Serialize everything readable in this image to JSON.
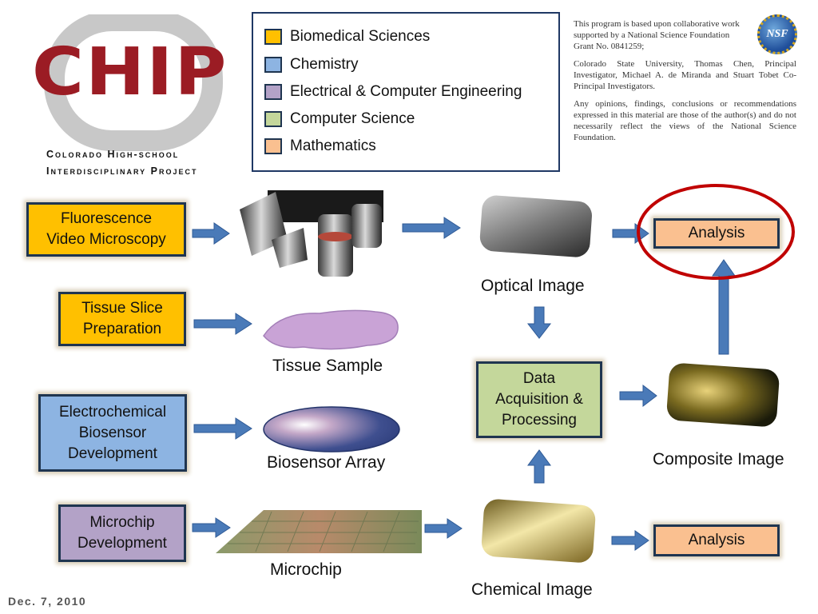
{
  "logo": {
    "text": "CHIP",
    "line1": "Colorado High-school",
    "line2": "Interdisciplinary Project"
  },
  "legend": [
    {
      "label": "Biomedical Sciences",
      "color": "#ffc000"
    },
    {
      "label": "Chemistry",
      "color": "#8db4e2"
    },
    {
      "label": "Electrical & Computer Engineering",
      "color": "#b3a2c7"
    },
    {
      "label": "Computer Science",
      "color": "#c4d79b"
    },
    {
      "label": "Mathematics",
      "color": "#fac090"
    }
  ],
  "notes": {
    "p1": "This program is based upon collaborative work supported by a National Science Foundation Grant No. 0841259;",
    "p2": "Colorado State University, Thomas Chen, Principal Investigator, Michael A. de Miranda and Stuart Tobet Co-Principal Investigators.",
    "p3": "Any opinions, findings, conclusions or recommendations expressed in this material are those of the author(s) and do not necessarily reflect the views of the National Science Foundation.",
    "nsf_logo": "NSF"
  },
  "boxes": {
    "fluorescence": [
      "Fluorescence",
      "Video Microscopy"
    ],
    "tissue_slice": [
      "Tissue Slice",
      "Preparation"
    ],
    "electrochemical": [
      "Electrochemical",
      "Biosensor",
      "Development"
    ],
    "microchip_dev": [
      "Microchip",
      "Development"
    ],
    "data_acq": [
      "Data",
      "Acquisition &",
      "Processing"
    ],
    "analysis_top": "Analysis",
    "analysis_bottom": "Analysis"
  },
  "captions": {
    "optical": "Optical Image",
    "tissue": "Tissue Sample",
    "biosensor": "Biosensor Array",
    "microchip": "Microchip",
    "chemical": "Chemical Image",
    "composite": "Composite Image"
  },
  "date": "Dec. 7, 2010"
}
